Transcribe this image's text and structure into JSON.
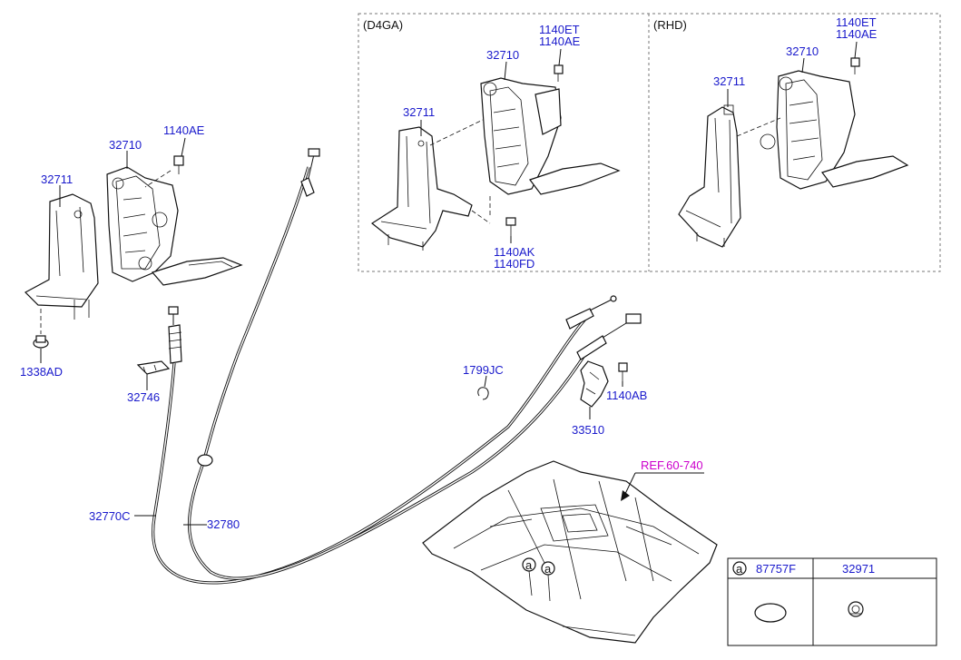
{
  "sections": {
    "d4ga": "(D4GA)",
    "rhd": "(RHD)"
  },
  "labels": {
    "main_32711": "32711",
    "main_32710": "32710",
    "main_1140ae": "1140AE",
    "main_1338ad": "1338AD",
    "main_32746": "32746",
    "main_32770c": "32770C",
    "main_32780": "32780",
    "main_1799jc": "1799JC",
    "main_1140ab": "1140AB",
    "main_33510": "33510",
    "d4ga_32711": "32711",
    "d4ga_32710": "32710",
    "d4ga_1140et": "1140ET",
    "d4ga_1140ae": "1140AE",
    "d4ga_1140ak": "1140AK",
    "d4ga_1140fd": "1140FD",
    "rhd_32711": "32711",
    "rhd_32710": "32710",
    "rhd_1140et": "1140ET",
    "rhd_1140ae": "1140AE"
  },
  "reference": "REF.60-740",
  "callout_marker": "a",
  "parts_table": {
    "marker": "a",
    "col1": "87757F",
    "col2": "32971"
  },
  "icons": [
    "accelerator-pedal-icon",
    "bracket-icon",
    "bolt-icon",
    "nut-icon",
    "cable-icon",
    "floor-panel-icon",
    "clip-icon",
    "plug-icon"
  ]
}
